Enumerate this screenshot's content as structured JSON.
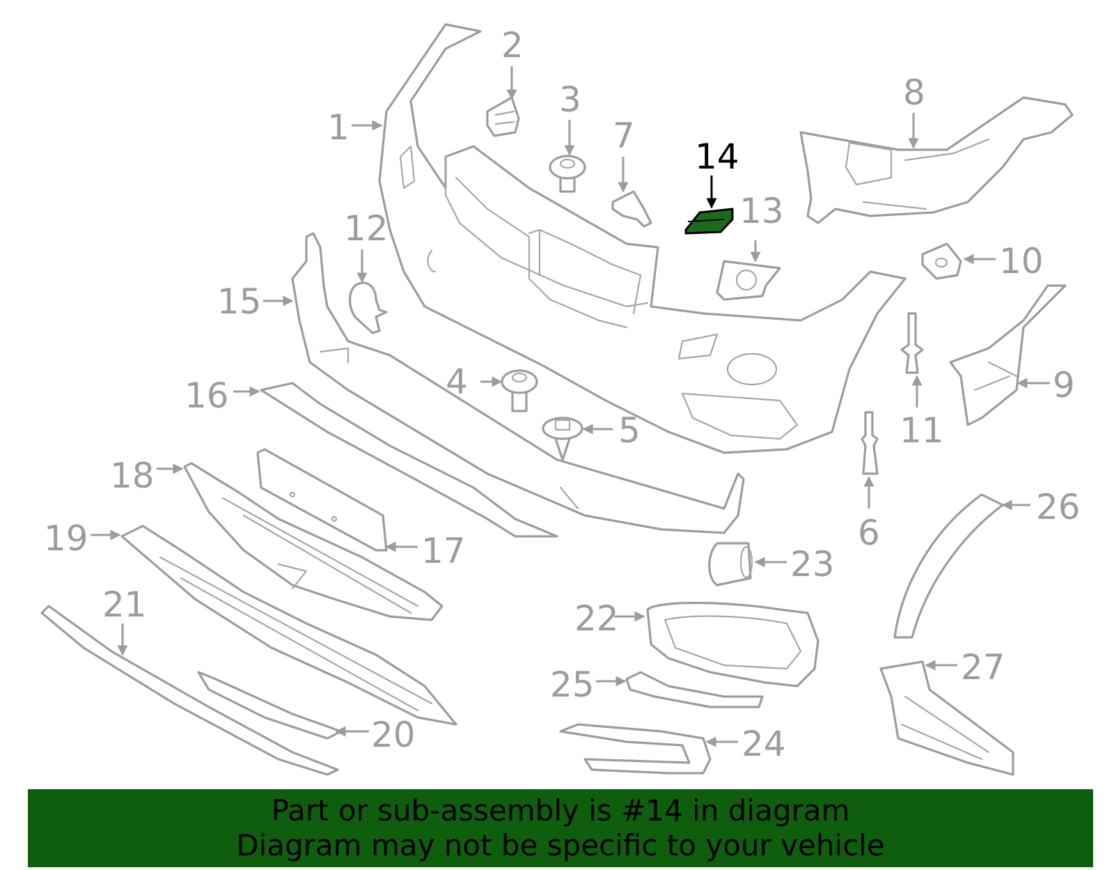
{
  "callouts": [
    {
      "label": "1"
    },
    {
      "label": "2"
    },
    {
      "label": "3"
    },
    {
      "label": "4"
    },
    {
      "label": "5"
    },
    {
      "label": "6"
    },
    {
      "label": "7"
    },
    {
      "label": "8"
    },
    {
      "label": "9"
    },
    {
      "label": "10"
    },
    {
      "label": "11"
    },
    {
      "label": "12"
    },
    {
      "label": "13"
    },
    {
      "label": "14"
    },
    {
      "label": "15"
    },
    {
      "label": "16"
    },
    {
      "label": "17"
    },
    {
      "label": "18"
    },
    {
      "label": "19"
    },
    {
      "label": "20"
    },
    {
      "label": "21"
    },
    {
      "label": "22"
    },
    {
      "label": "23"
    },
    {
      "label": "24"
    },
    {
      "label": "25"
    },
    {
      "label": "26"
    },
    {
      "label": "27"
    }
  ],
  "highlight": {
    "label": "14",
    "color": "#1c6b1c"
  },
  "banner": {
    "line1": "Part or sub-assembly is #14 in diagram",
    "line2": "Diagram may not be specific to your vehicle",
    "background": "#0e5e0e"
  }
}
